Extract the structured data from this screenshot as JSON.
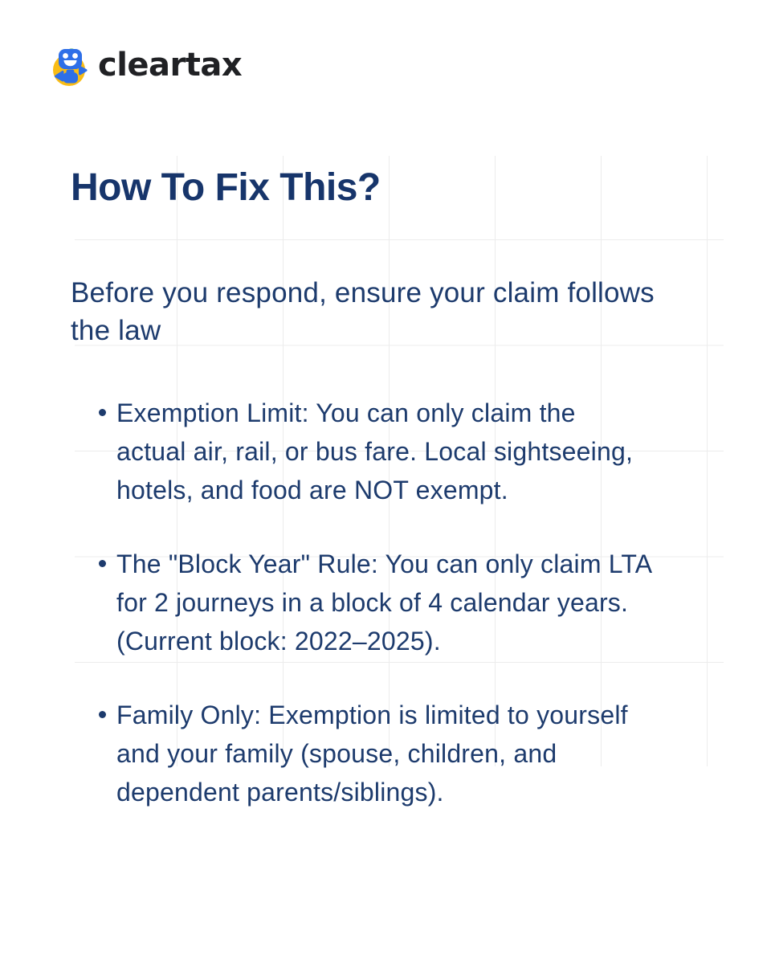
{
  "logo": {
    "icon": "cleartax-robot-icon",
    "wordmark": "cleartax"
  },
  "heading": "How To Fix This?",
  "intro": "Before you respond, ensure your claim follows\nthe law",
  "bullets": [
    {
      "text": "Exemption Limit: You can only claim the\nactual air, rail, or bus fare. Local sightseeing,\nhotels, and food are NOT exempt."
    },
    {
      "text": "The \"Block Year\" Rule: You can only claim LTA\nfor 2 journeys in a block of 4 calendar years.\n(Current block: 2022–2025)."
    },
    {
      "text": "Family Only: Exemption is limited to yourself\nand your family (spouse, children, and\ndependent parents/siblings)."
    }
  ],
  "colors": {
    "heading_navy": "#17356b",
    "body_navy": "#1d3b6d",
    "grid_line": "#ececec",
    "logo_text": "#202124",
    "mascot_blue": "#2e6fe8",
    "mascot_yellow": "#f9bc15",
    "mascot_green": "#2fa15c"
  }
}
